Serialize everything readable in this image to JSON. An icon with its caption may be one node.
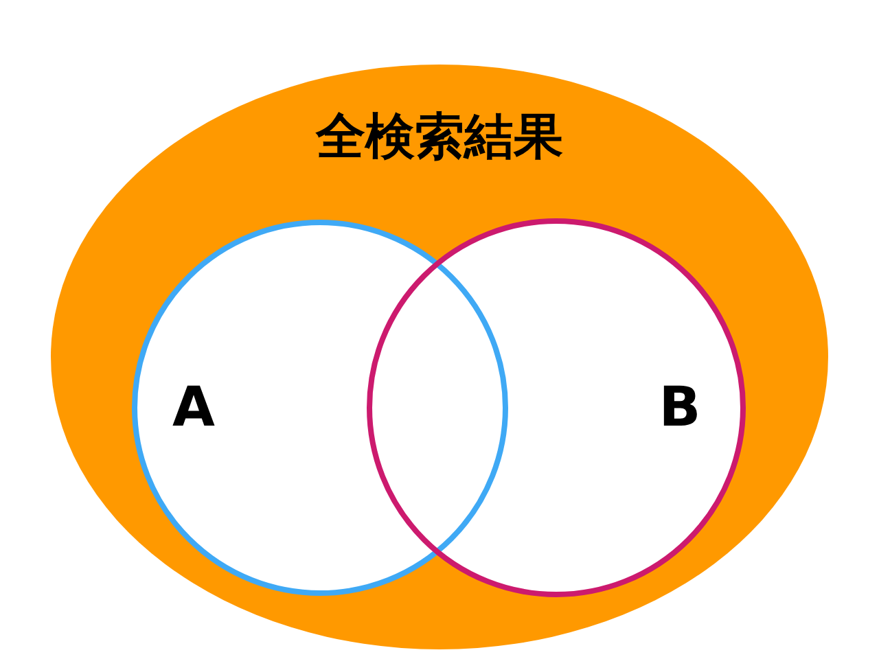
{
  "diagram": {
    "nodes": [
      {
        "text": [
          "全検索結果"
        ]
      },
      {
        "text": [
          "A"
        ],
        "in": 0
      },
      {
        "text": [
          "B"
        ],
        "in": 0
      }
    ],
    "edges": []
  }
}
